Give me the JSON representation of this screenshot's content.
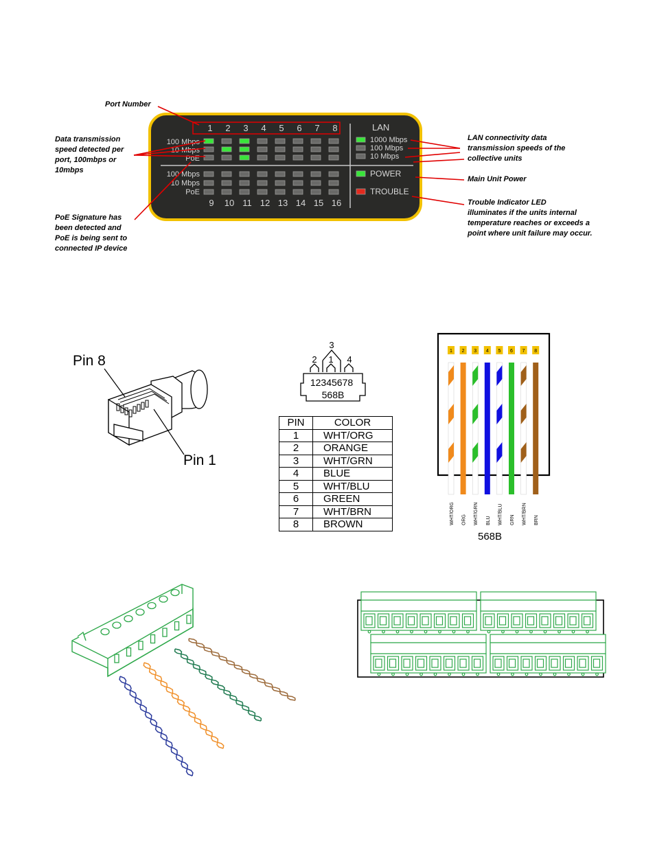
{
  "led_panel": {
    "port_row_top": [
      "1",
      "2",
      "3",
      "4",
      "5",
      "6",
      "7",
      "8"
    ],
    "port_row_bottom": [
      "9",
      "10",
      "11",
      "12",
      "13",
      "14",
      "15",
      "16"
    ],
    "row_labels_top": [
      "100 Mbps",
      "10 Mbps",
      "PoE"
    ],
    "row_labels_bottom": [
      "100 Mbps",
      "10 Mbps",
      "PoE"
    ],
    "lan_title": "LAN",
    "lan_rows": [
      "1000 Mbps",
      "100 Mbps",
      "10 Mbps"
    ],
    "power_label": "POWER",
    "trouble_label": "TROUBLE",
    "colors": {
      "panel": "#2a2a28",
      "border": "#f2c100",
      "led_green": "#39e63a",
      "led_red": "#e32a1e",
      "led_off": "#6a6a68",
      "callout": "#e00000"
    }
  },
  "callouts": {
    "port_number": "Port Number",
    "data_speed": "Data transmission speed detected per port, 100mbps or 10mbps",
    "poe_signature": "PoE Signature has been detected and PoE is being sent to connected IP device",
    "lan_speeds": "LAN connectivity data transmission speeds of the collective units",
    "main_power": "Main Unit Power",
    "trouble_title": "Trouble Indicator LED",
    "trouble_desc": "illuminates if the units internal temperature  reaches or exceeds a point where unit failure may occur."
  },
  "rj45": {
    "pin8": "Pin 8",
    "pin1": "Pin 1"
  },
  "pairs_diagram": {
    "pair_numbers": [
      "3",
      "2",
      "1",
      "4"
    ],
    "pins": "12345678",
    "standard": "568B"
  },
  "pin_table": {
    "headers": [
      "PIN",
      "COLOR"
    ],
    "rows": [
      [
        "1",
        "WHT/ORG"
      ],
      [
        "2",
        "ORANGE"
      ],
      [
        "3",
        "WHT/GRN"
      ],
      [
        "4",
        "BLUE"
      ],
      [
        "5",
        "WHT/BLU"
      ],
      [
        "6",
        "GREEN"
      ],
      [
        "7",
        "WHT/BRN"
      ],
      [
        "8",
        "BROWN"
      ]
    ]
  },
  "wiring_568b": {
    "pin_numbers": [
      "1",
      "2",
      "3",
      "4",
      "5",
      "6",
      "7",
      "8"
    ],
    "wire_labels": [
      "WHT/ORG",
      "ORG",
      "WHT/GRN",
      "BLU",
      "WHT/BLU",
      "GRN",
      "WHT/BRN",
      "BRN"
    ],
    "caption": "568B",
    "wire_colors": [
      "#f08a1c",
      "#f08a1c",
      "#2bbf2b",
      "#1010e0",
      "#1010e0",
      "#2bbf2b",
      "#a0601a",
      "#a0601a"
    ],
    "pin_tab_color": "#f2c100"
  },
  "terminal_block": {
    "wire_colors": [
      "#2a3a9c",
      "#f0902a",
      "#1f7a50",
      "#9c6a3a"
    ],
    "block_color": "#2ea84a"
  }
}
